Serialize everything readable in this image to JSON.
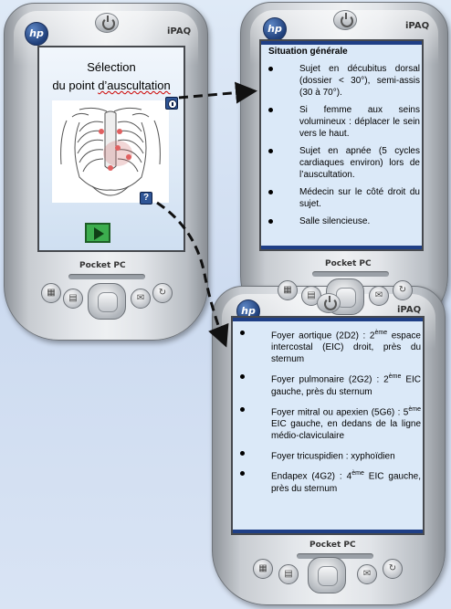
{
  "device": {
    "brand": "iPAQ",
    "label": "Pocket PC",
    "logo": "hp"
  },
  "screen1": {
    "title_line1": "Sélection",
    "title_line2_pre": "du point ",
    "title_line2_word": "d’auscultation",
    "info_icon": "info-icon",
    "help_symbol": "?",
    "play_icon": "play-icon"
  },
  "screen2": {
    "heading": "Situation générale",
    "items": [
      "Sujet en décubitus dorsal (dossier < 30°), semi-assis (30 à 70°).",
      "Si femme aux seins volumineux : déplacer le sein vers le haut.",
      "Sujet en apnée (5 cycles cardiaques environ) lors de l’auscultation.",
      "Médecin sur le côté droit du sujet.",
      "Salle silencieuse."
    ]
  },
  "screen3": {
    "items": [
      {
        "pre": "Foyer aortique (2D2) : 2",
        "sup": "ème",
        "post": " espace intercostal (EIC) droit, près du sternum"
      },
      {
        "pre": "Foyer pulmonaire (2G2) : 2",
        "sup": "ème",
        "post": " EIC gauche, près du sternum"
      },
      {
        "pre": "Foyer mitral ou apexien (5G6) : 5",
        "sup": "ème",
        "post": " EIC gauche, en dedans de la ligne médio-claviculaire"
      },
      {
        "pre": "Foyer tricuspidien : xyphoïdien",
        "sup": "",
        "post": ""
      },
      {
        "pre": "Endapex (4G2) : 4",
        "sup": "ème",
        "post": " EIC gauche, près du sternum"
      }
    ]
  },
  "colors": {
    "screen_bg": "#dbe9f8",
    "screen_border": "#1f3f86",
    "play_button": "#3cad4e",
    "icon_button": "#2f5596"
  }
}
